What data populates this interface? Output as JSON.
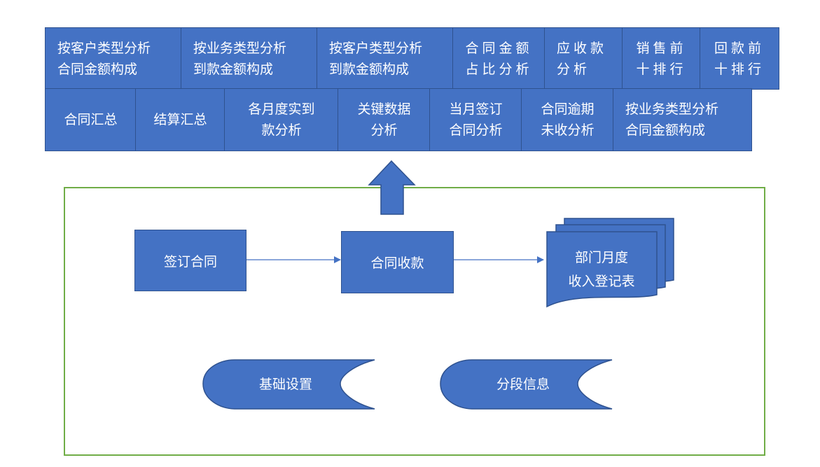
{
  "menu_row1": [
    {
      "line1": "按客户类型分析",
      "line2": "合同金额构成"
    },
    {
      "line1": "按业务类型分析",
      "line2": "到款金额构成"
    },
    {
      "line1": "按客户类型分析",
      "line2": "到款金额构成"
    },
    {
      "line1": "合同金额",
      "line2": "占比分析"
    },
    {
      "line1": "应收款",
      "line2": "分析"
    },
    {
      "line1": "销售前",
      "line2": "十排行"
    },
    {
      "line1": "回款前",
      "line2": "十排行"
    }
  ],
  "menu_row2": [
    {
      "line1": "合同汇总",
      "line2": ""
    },
    {
      "line1": "结算汇总",
      "line2": ""
    },
    {
      "line1": "各月度实到",
      "line2": "款分析"
    },
    {
      "line1": "关键数据",
      "line2": "分析"
    },
    {
      "line1": "当月签订",
      "line2": "合同分析"
    },
    {
      "line1": "合同逾期",
      "line2": "未收分析"
    },
    {
      "line1": "按业务类型分析",
      "line2": "合同金额构成"
    }
  ],
  "flow": {
    "sign_contract": "签订合同",
    "contract_receipt": "合同收款",
    "dept_register_line1": "部门月度",
    "dept_register_line2": "收入登记表",
    "basic_settings": "基础设置",
    "segment_info": "分段信息"
  },
  "colors": {
    "tile_fill": "#4472C4",
    "tile_border": "#2F528F",
    "frame_border": "#70AD47",
    "connector": "#4472C4"
  }
}
